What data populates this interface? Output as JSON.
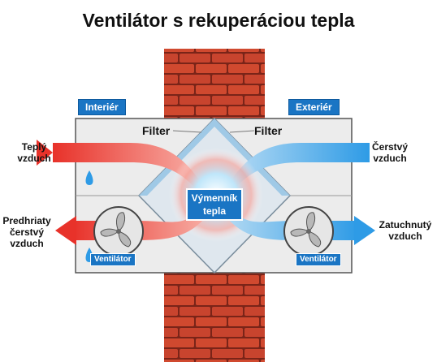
{
  "title": "Ventilátor s rekuperáciou tepla",
  "labels": {
    "interior": "Interiér",
    "exterior": "Exteriér",
    "filter_left": "Filter",
    "filter_right": "Filter",
    "heat_exchanger": "Výmenník tepla",
    "fan_left": "Ventilátor",
    "fan_right": "Ventilátor"
  },
  "flows": {
    "warm_in": [
      "Teplý",
      "vzduch"
    ],
    "fresh_in": [
      "Čerstvý",
      "vzduch"
    ],
    "preheated_out": [
      "Predhriaty",
      "čerstvý",
      "vzduch"
    ],
    "stale_out": [
      "Zatuchnutý",
      "vzduch"
    ]
  },
  "colors": {
    "warm": "#e8322a",
    "cool": "#2e9be6",
    "brick": "#c8442e",
    "tag": "#1a75c4"
  },
  "icons": [
    "water-drop-icon",
    "fan-icon",
    "brick-wall"
  ]
}
